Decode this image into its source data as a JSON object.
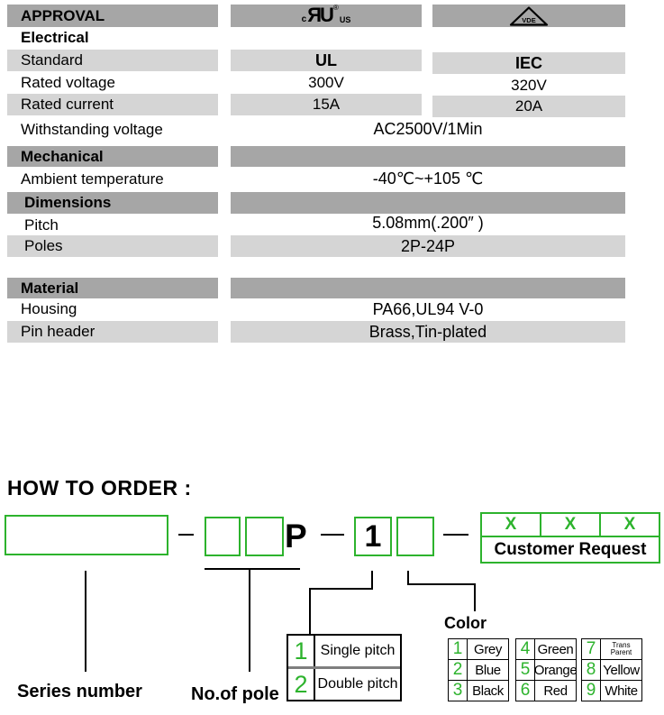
{
  "colors": {
    "section_header_gray": "#a6a6a6",
    "row_gray": "#d5d5d5",
    "accent_green": "#2db32d"
  },
  "spec": {
    "approval": {
      "label": "APPROVAL",
      "ul_logo": {
        "c": "c",
        "mark": "ЯU",
        "reg": "®",
        "us": "US"
      },
      "vde_logo": {
        "text": "VDE"
      }
    },
    "electrical": {
      "label": "Electrical"
    },
    "standard": {
      "label": "Standard",
      "ul": "UL",
      "iec": "IEC"
    },
    "rated_voltage": {
      "label": "Rated voltage",
      "ul": "300V",
      "iec": "320V"
    },
    "rated_current": {
      "label": "Rated current",
      "ul": "15A",
      "iec": "20A"
    },
    "withstanding_voltage": {
      "label": "Withstanding voltage",
      "value": "AC2500V/1Min"
    },
    "mechanical": {
      "label": "Mechanical"
    },
    "ambient_temperature": {
      "label": "Ambient temperature",
      "value": "-40℃~+105 ℃"
    },
    "dimensions": {
      "label": "Dimensions"
    },
    "pitch": {
      "label": "Pitch",
      "value": "5.08mm(.200″ )"
    },
    "poles": {
      "label": "Poles",
      "value": "2P-24P"
    },
    "material": {
      "label": "Material"
    },
    "housing": {
      "label": "Housing",
      "value": "PA66,UL94 V-0"
    },
    "pin_header": {
      "label": "Pin header",
      "value": "Brass,Tin-plated"
    }
  },
  "order": {
    "heading": "HOW TO ORDER :",
    "pole_suffix": "P",
    "pitch_code": "1",
    "request_cells": [
      "X",
      "X",
      "X"
    ],
    "customer_request": "Customer Request",
    "series_label": "Series number",
    "pole_label": "No.of pole",
    "color_label": "Color",
    "pitch_table": [
      {
        "code": "1",
        "name": "Single pitch"
      },
      {
        "code": "2",
        "name": "Double pitch"
      }
    ],
    "color_tables": [
      [
        {
          "code": "1",
          "name": "Grey"
        },
        {
          "code": "2",
          "name": "Blue"
        },
        {
          "code": "3",
          "name": "Black"
        }
      ],
      [
        {
          "code": "4",
          "name": "Green"
        },
        {
          "code": "5",
          "name": "Orange"
        },
        {
          "code": "6",
          "name": "Red"
        }
      ],
      [
        {
          "code": "7",
          "line1": "Trans",
          "line2": "Parent"
        },
        {
          "code": "8",
          "name": "Yellow"
        },
        {
          "code": "9",
          "name": "White"
        }
      ]
    ]
  }
}
